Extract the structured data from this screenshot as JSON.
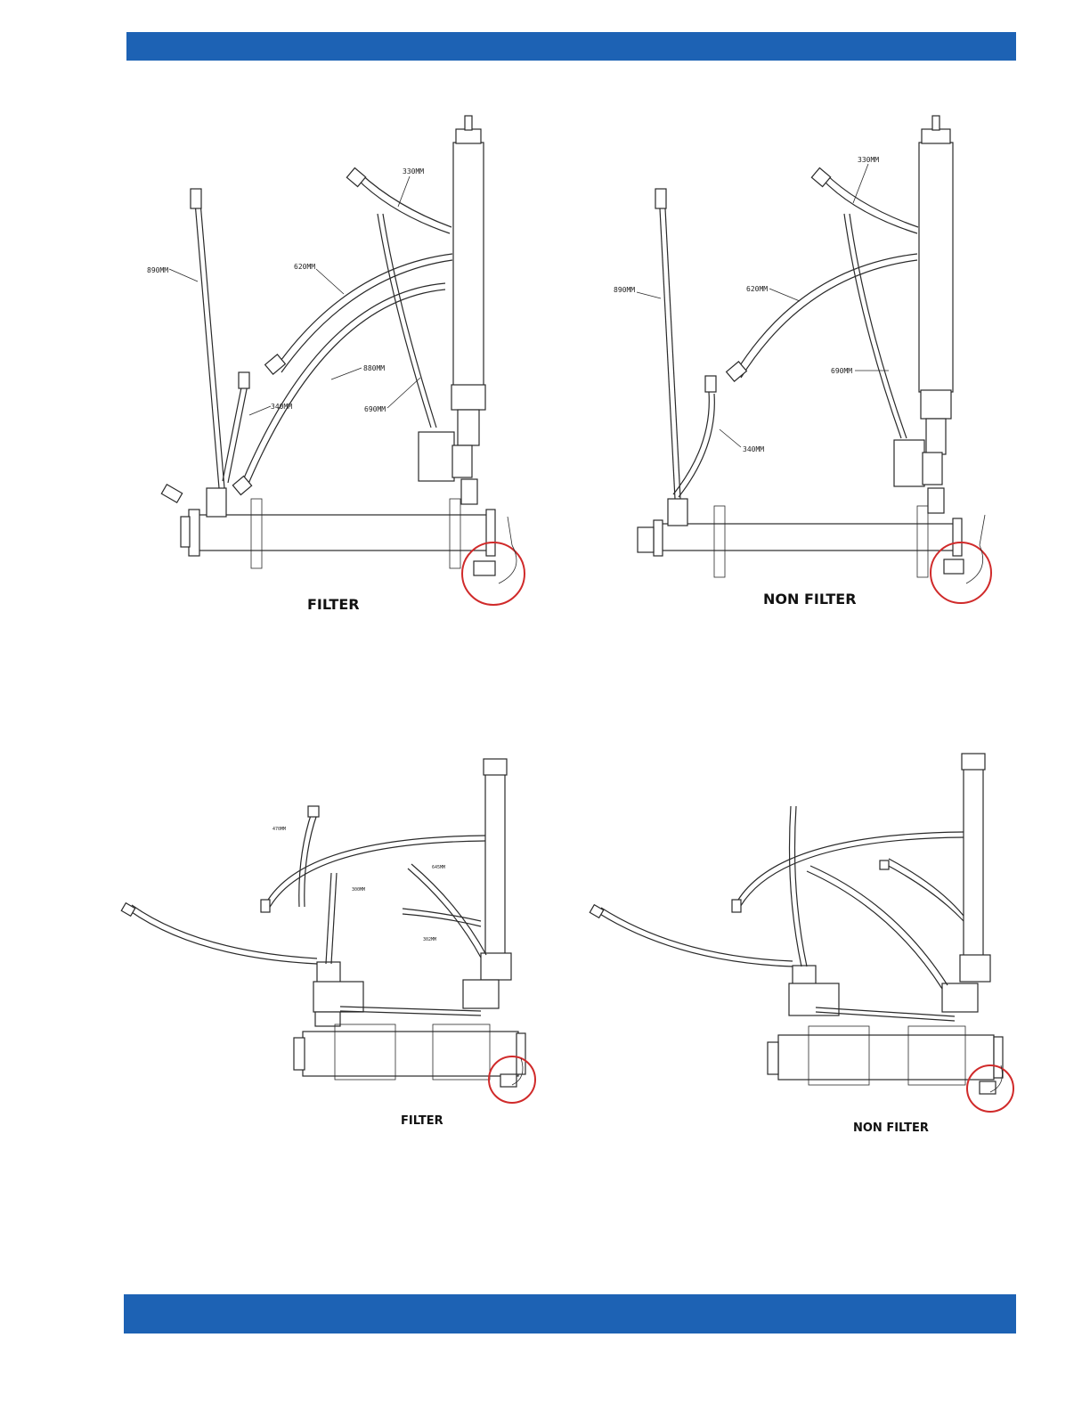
{
  "header": {
    "color": "#1d62b4"
  },
  "footer": {
    "color": "#1d62b4"
  },
  "accent": {
    "highlight_circle": "#d02a2a"
  },
  "diagrams": {
    "top_left": {
      "caption": "FILTER",
      "labels": {
        "l890": "890MM",
        "l330": "330MM",
        "l620": "620MM",
        "l880": "880MM",
        "l340": "340MM",
        "l690": "690MM"
      }
    },
    "top_right": {
      "caption": "NON FILTER",
      "labels": {
        "l330": "330MM",
        "l890": "890MM",
        "l620": "620MM",
        "l690": "690MM",
        "l340": "340MM"
      }
    },
    "bottom_left": {
      "caption": "FILTER",
      "labels": {
        "l470": "470MM",
        "l645": "645MM",
        "l300": "300MM",
        "l302": "302MM"
      }
    },
    "bottom_right": {
      "caption": "NON FILTER"
    }
  }
}
